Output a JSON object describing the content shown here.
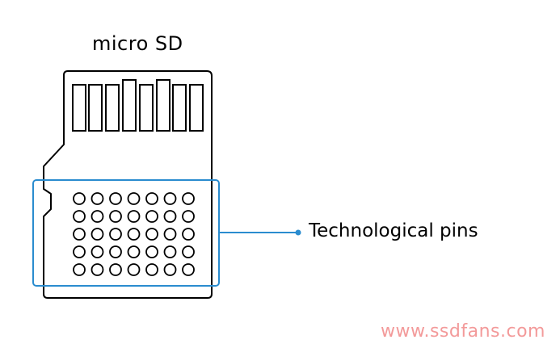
{
  "diagram": {
    "title": "micro SD",
    "callout_label": "Technological pins",
    "watermark": "www.ssdfans.com",
    "colors": {
      "outline": "#000000",
      "highlight": "#2a8ccf",
      "watermark": "#f39a9a"
    }
  }
}
